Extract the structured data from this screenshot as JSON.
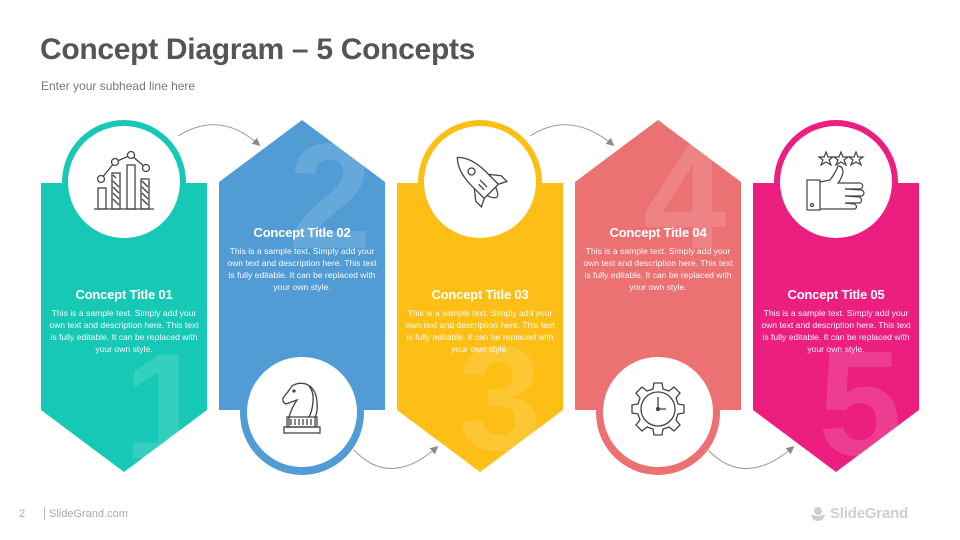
{
  "header": {
    "title": "Concept Diagram – 5 Concepts",
    "subtitle": "Enter your subhead line here"
  },
  "concepts": [
    {
      "number": "1",
      "title": "Concept Title 01",
      "description": "This is a sample text. Simply add your own text and description here. This text is fully editable.  It can be replaced  with your own style.",
      "color": "#16C8B5",
      "icon": "analytics-chart-icon",
      "circle_position": "top"
    },
    {
      "number": "2",
      "title": "Concept Title 02",
      "description": "This is a sample text. Simply add your own text and description here. This text is fully editable.  It can be replaced  with your own style.",
      "color": "#519CD5",
      "icon": "chess-knight-icon",
      "circle_position": "bottom"
    },
    {
      "number": "3",
      "title": "Concept Title 03",
      "description": "This is a sample text. Simply add your own text and description here. This text is fully editable.  It can be replaced  with your own style.",
      "color": "#FDBE15",
      "icon": "rocket-icon",
      "circle_position": "top"
    },
    {
      "number": "4",
      "title": "Concept Title 04",
      "description": "This is a sample text. Simply add your own text and description here. This text is fully editable.  It can be replaced  with your own style.",
      "color": "#EB7173",
      "icon": "gear-clock-icon",
      "circle_position": "bottom"
    },
    {
      "number": "5",
      "title": "Concept Title 05",
      "description": "This is a sample text. Simply add your own text and description here. This text is fully editable.  It can be replaced  with your own style.",
      "color": "#EC1F81",
      "icon": "thumbs-up-stars-icon",
      "circle_position": "top"
    }
  ],
  "footer": {
    "page_number": "2",
    "site": "SlideGrand.com",
    "logo_text": "SlideGrand"
  }
}
